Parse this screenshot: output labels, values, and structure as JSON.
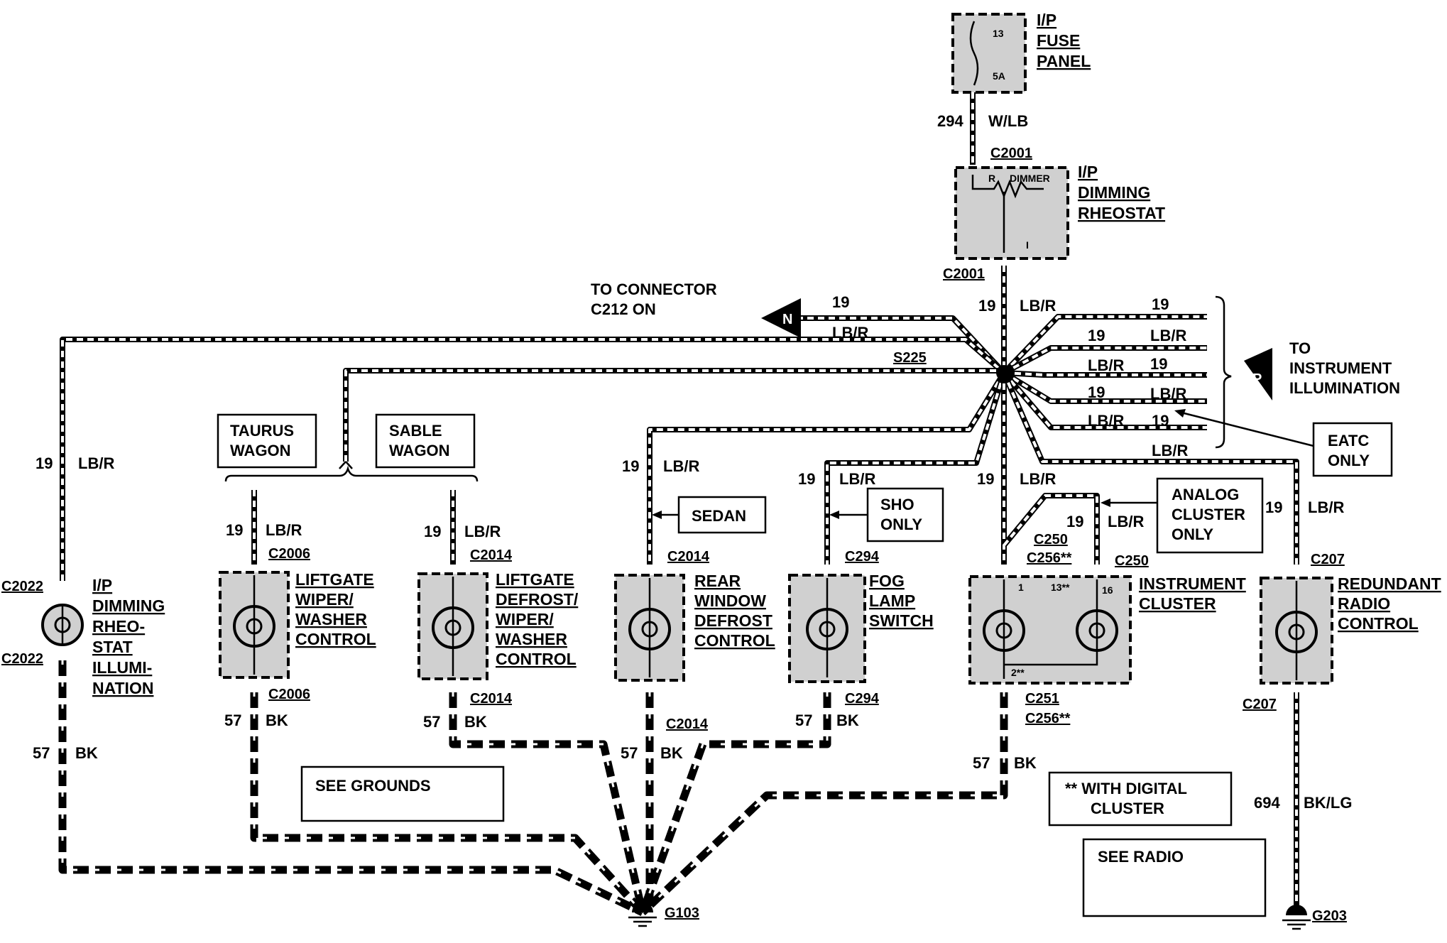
{
  "fuse_panel": {
    "lines": [
      "I/P",
      "FUSE",
      "PANEL"
    ],
    "fuse_number": "13",
    "fuse_rating": "5A"
  },
  "fuse_wire": {
    "circuit": "294",
    "color": "W/LB"
  },
  "dimming_rheostat": {
    "lines": [
      "I/P",
      "DIMMING",
      "RHEOSTAT"
    ],
    "connector_top": "C2001",
    "connector_bottom": "C2001",
    "internal_label": "DIMMER",
    "pin_label": "R",
    "pin_bottom": "I"
  },
  "splice": {
    "name": "S225"
  },
  "to_connector": {
    "lines": [
      "TO CONNECTOR",
      "C212 ON"
    ],
    "page_marker": "N"
  },
  "to_instrument": {
    "lines": [
      "TO",
      "INSTRUMENT",
      "ILLUMINATION"
    ],
    "page_marker": "P"
  },
  "circuits": {
    "illum_num": "19",
    "illum_color": "LB/R",
    "ground_num": "57",
    "ground_color": "BK",
    "radio_ground_num": "694",
    "radio_ground_color": "BK/LG"
  },
  "notes": {
    "taurus_wagon": [
      "TAURUS",
      "WAGON"
    ],
    "sable_wagon": [
      "SABLE",
      "WAGON"
    ],
    "sedan": "SEDAN",
    "sho_only": [
      "SHO",
      "ONLY"
    ],
    "eatc_only": [
      "EATC",
      "ONLY"
    ],
    "analog_cluster_only": [
      "ANALOG",
      "CLUSTER",
      "ONLY"
    ],
    "with_digital_cluster": [
      "** WITH DIGITAL",
      "CLUSTER"
    ],
    "see_grounds": "SEE GROUNDS",
    "see_radio": "SEE RADIO"
  },
  "components": [
    {
      "id": "ip-rheostat-illum",
      "lines": [
        "I/P",
        "DIMMING",
        "RHEO-",
        "STAT",
        "ILLUMI-",
        "NATION"
      ],
      "conn_top": "C2022",
      "conn_bottom": "C2022"
    },
    {
      "id": "liftgate-wiper",
      "lines": [
        "LIFTGATE",
        "WIPER/",
        "WASHER",
        "CONTROL"
      ],
      "conn_top": "C2006",
      "conn_bottom": "C2006"
    },
    {
      "id": "liftgate-defrost",
      "lines": [
        "LIFTGATE",
        "DEFROST/",
        "WIPER/",
        "WASHER",
        "CONTROL"
      ],
      "conn_top": "C2014",
      "conn_bottom": "C2014"
    },
    {
      "id": "rear-window-defrost",
      "lines": [
        "REAR",
        "WINDOW",
        "DEFROST",
        "CONTROL"
      ],
      "conn_top": "C2014",
      "conn_bottom": "C2014"
    },
    {
      "id": "fog-lamp-switch",
      "lines": [
        "FOG",
        "LAMP",
        "SWITCH"
      ],
      "conn_top": "C294",
      "conn_bottom": "C294"
    },
    {
      "id": "instrument-cluster",
      "lines": [
        "INSTRUMENT",
        "CLUSTER"
      ],
      "conn_top_a": "C250",
      "conn_top_b": "C256**",
      "conn_top_c": "C250",
      "conn_bottom_a": "C251",
      "conn_bottom_b": "C256**",
      "pin_1": "1",
      "pin_13": "13**",
      "pin_16": "16",
      "pin_2": "2**"
    },
    {
      "id": "redundant-radio-control",
      "lines": [
        "REDUNDANT",
        "RADIO",
        "CONTROL"
      ],
      "conn_top": "C207",
      "conn_bottom": "C207"
    }
  ],
  "grounds": {
    "main": "G103",
    "radio": "G203"
  }
}
